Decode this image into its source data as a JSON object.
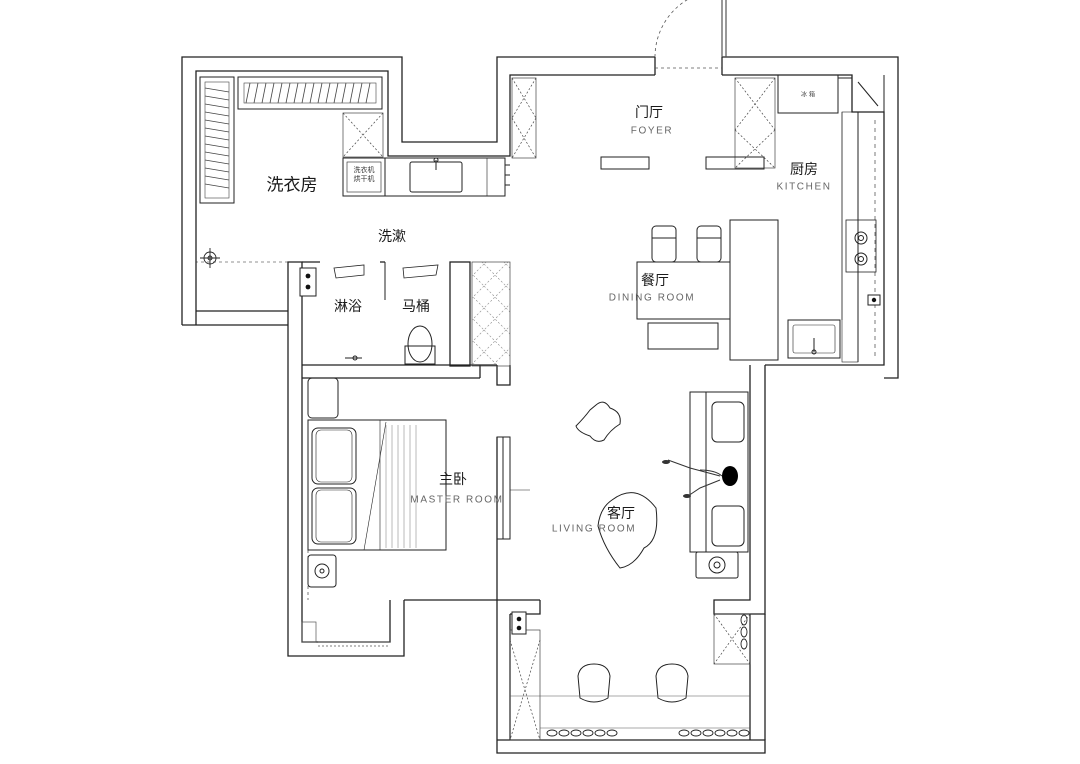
{
  "rooms": {
    "laundry": {
      "cn": "洗衣房"
    },
    "wash": {
      "cn": "洗漱"
    },
    "shower": {
      "cn": "淋浴"
    },
    "toilet": {
      "cn": "马桶"
    },
    "foyer": {
      "cn": "门厅",
      "en": "FOYER"
    },
    "kitchen": {
      "cn": "厨房",
      "en": "KITCHEN"
    },
    "dining": {
      "cn": "餐厅",
      "en": "DINING ROOM"
    },
    "master": {
      "cn": "主卧",
      "en": "MASTER ROOM"
    },
    "living": {
      "cn": "客厅",
      "en": "LIVING ROOM"
    }
  },
  "fixtures": {
    "washer_dryer": [
      "洗衣机",
      "烘干机"
    ],
    "fridge": "冰 箱"
  },
  "style": {
    "line_color": "#222222",
    "hatch_color": "#555555",
    "accent_fill": "#000000"
  }
}
